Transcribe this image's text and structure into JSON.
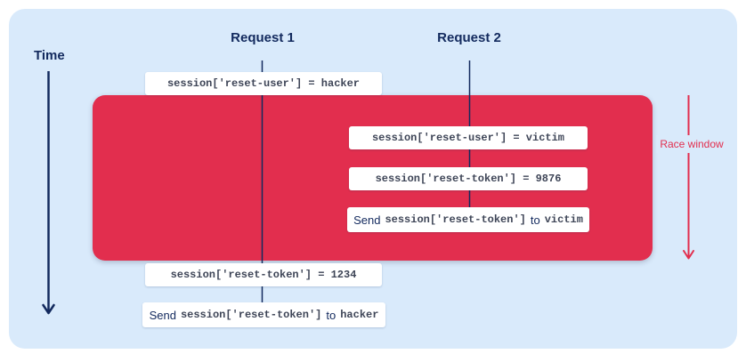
{
  "diagram": {
    "time_label": "Time",
    "race_window_label": "Race window",
    "lanes": [
      {
        "label": "Request 1"
      },
      {
        "label": "Request 2"
      }
    ],
    "steps": [
      {
        "name": "r1-set-reset-user",
        "lane": "Request 1",
        "position": "before-race-window",
        "code": "session['reset-user'] = hacker"
      },
      {
        "name": "r2-set-reset-user",
        "lane": "Request 2",
        "position": "inside-race-window",
        "code": "session['reset-user'] = victim"
      },
      {
        "name": "r2-set-reset-token",
        "lane": "Request 2",
        "position": "inside-race-window",
        "code": "session['reset-token'] = 9876"
      },
      {
        "name": "r2-send-reset-token",
        "lane": "Request 2",
        "position": "inside-race-window",
        "prefix": "Send",
        "code": "session['reset-token']",
        "connector": "to",
        "recipient": "victim"
      },
      {
        "name": "r1-set-reset-token",
        "lane": "Request 1",
        "position": "after-race-window",
        "code": "session['reset-token'] = 1234"
      },
      {
        "name": "r1-send-reset-token",
        "lane": "Request 1",
        "position": "after-race-window",
        "prefix": "Send",
        "code": "session['reset-token']",
        "connector": "to",
        "recipient": "hacker"
      }
    ]
  },
  "colors": {
    "page_background": "#ffffff",
    "panel_background": "#d9eafb",
    "navy_text": "#132a5e",
    "race_red": "#e22e4e",
    "code_text": "#3e4557",
    "step_box_background": "#ffffff"
  }
}
